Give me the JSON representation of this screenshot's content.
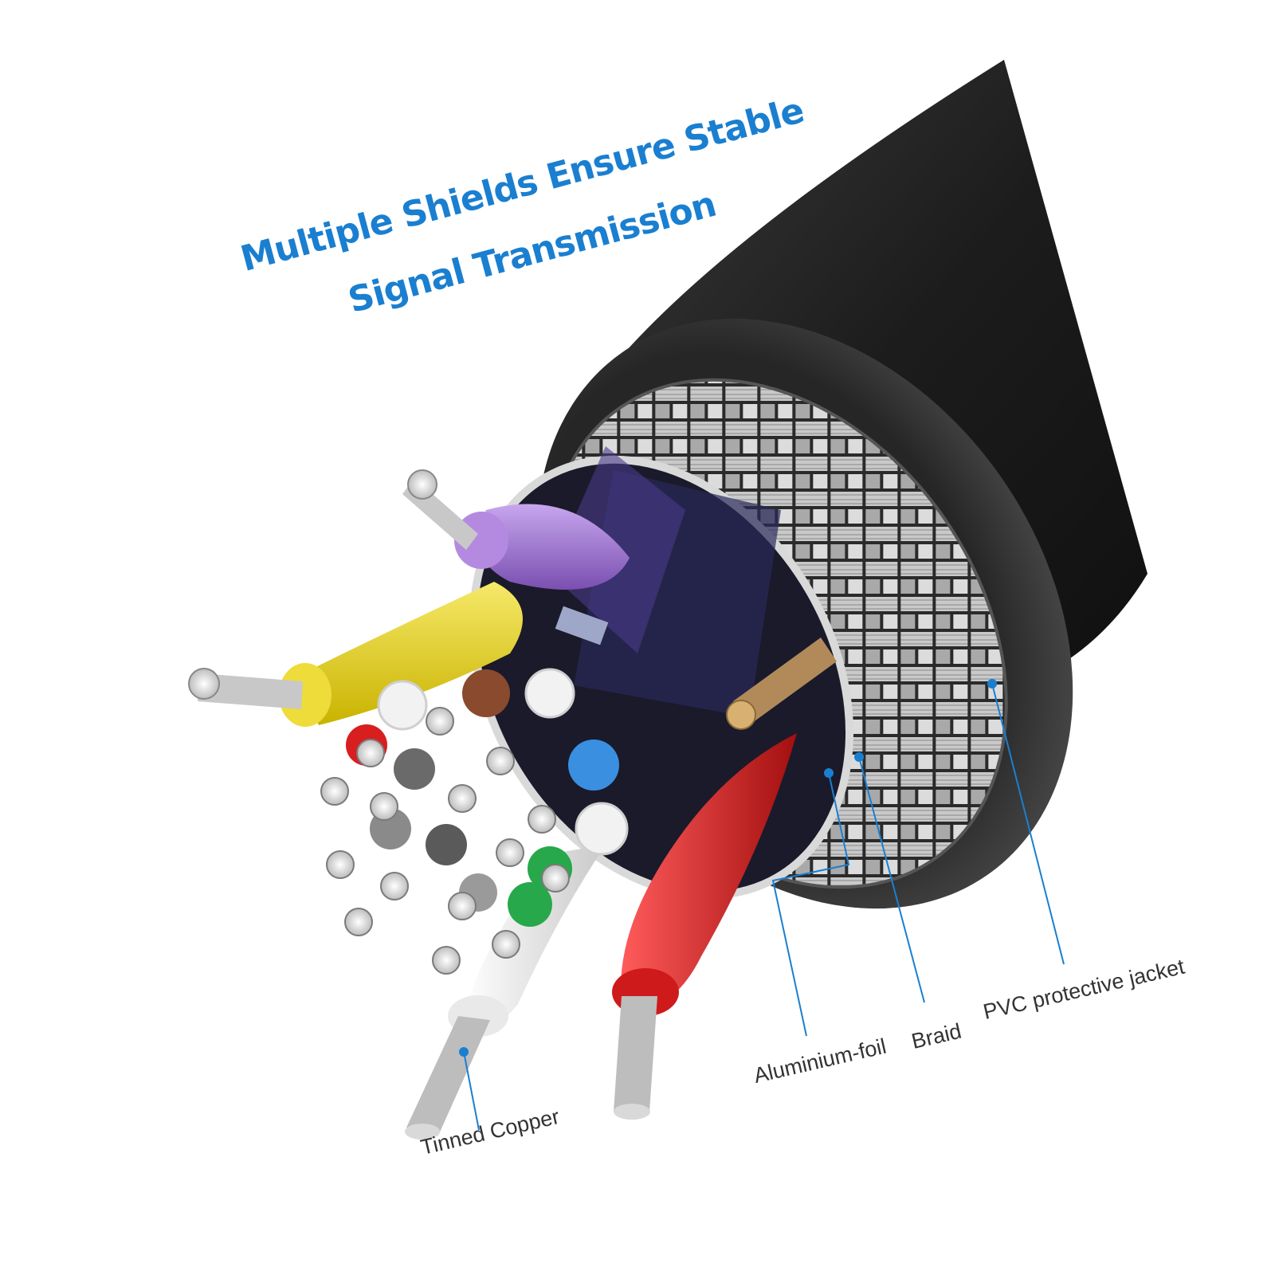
{
  "headline": {
    "line1": "Multiple Shields Ensure Stable",
    "line2": "Signal Transmission"
  },
  "callouts": {
    "tinned_copper": "Tinned Copper",
    "aluminium_foil": "Aluminium-foil",
    "braid": "Braid",
    "pvc_jacket": "PVC protective jacket"
  },
  "colors": {
    "headline": "#1a7fd0",
    "callout_line": "#1a7fd0",
    "jacket": "#1e1e1e",
    "braid": "#b8b8b8",
    "wire_purple": "#9b6fd0",
    "wire_yellow": "#e8d21e",
    "wire_red": "#d81e1e",
    "wire_brown": "#8a4a2e",
    "wire_blue": "#3a8fe0",
    "wire_green": "#27a84a",
    "wire_white": "#f0f0f0"
  }
}
